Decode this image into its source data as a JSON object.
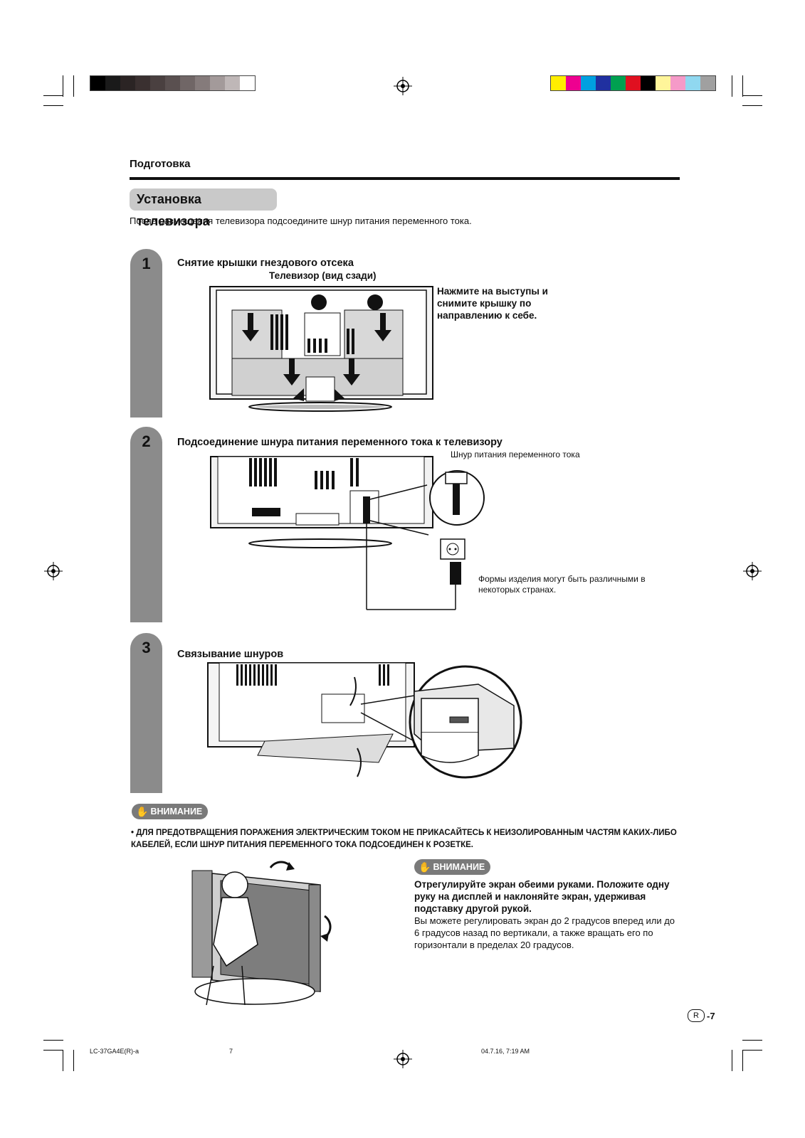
{
  "header": {
    "section": "Подготовка"
  },
  "page_title": "Установка телевизора",
  "intro": "После размещения телевизора подсоедините шнур питания переменного тока.",
  "steps": [
    {
      "number": "1",
      "title": "Снятие крышки гнездового отсека",
      "figure_caption": "Телевизор (вид сзади)",
      "instruction": "Нажмите на выступы и снимите крышку по направлению к себе."
    },
    {
      "number": "2",
      "title": "Подсоединение шнура питания переменного тока к телевизору",
      "cord_label": "Шнур питания переменного тока",
      "plug_note": "Формы изделия могут быть различными в некоторых странах."
    },
    {
      "number": "3",
      "title": "Связывание шнуров"
    }
  ],
  "warning": {
    "label": "ВНИМАНИЕ",
    "text": "ДЛЯ ПРЕДОТВРАЩЕНИЯ ПОРАЖЕНИЯ ЭЛЕКТРИЧЕСКИМ ТОКОМ НЕ ПРИКАСАЙТЕСЬ К НЕИЗОЛИРОВАННЫМ ЧАСТЯМ КАКИХ-ЛИБО КАБЕЛЕЙ, ЕСЛИ ШНУР ПИТАНИЯ ПЕРЕМЕННОГО ТОКА ПОДСОЕДИНЕН К РОЗЕТКЕ."
  },
  "caution": {
    "label": "ВНИМАНИЕ",
    "bold": "Отрегулируйте экран обеими руками. Положите одну руку на дисплей и наклоняйте экран, удерживая подставку другой рукой.",
    "body": "Вы можете регулировать экран до 2 градусов вперед или до 6 градусов назад по вертикали, а также вращать его по горизонтали в пределах 20 градусов."
  },
  "page_number": {
    "region": "R",
    "number": "-7"
  },
  "footer": {
    "model": "LC-37GA4E(R)-a",
    "page": "7",
    "timestamp": "04.7.16, 7:19 AM"
  },
  "colors": {
    "grayscale_bar": [
      "#000000",
      "#1a1a1a",
      "#2b2424",
      "#3a3030",
      "#4a4040",
      "#5a5050",
      "#706666",
      "#857b7b",
      "#a39a9a",
      "#bfb7b7",
      "#ffffff"
    ],
    "color_bar": [
      "#ffee00",
      "#ee0090",
      "#00a0e0",
      "#2030a0",
      "#00a050",
      "#e01020",
      "#000000",
      "#fff59a",
      "#f59ac8",
      "#90d8f0",
      "#a0a0a0"
    ],
    "step_bar": "#8b8b8b",
    "title_pill": "#c9c9c9"
  }
}
